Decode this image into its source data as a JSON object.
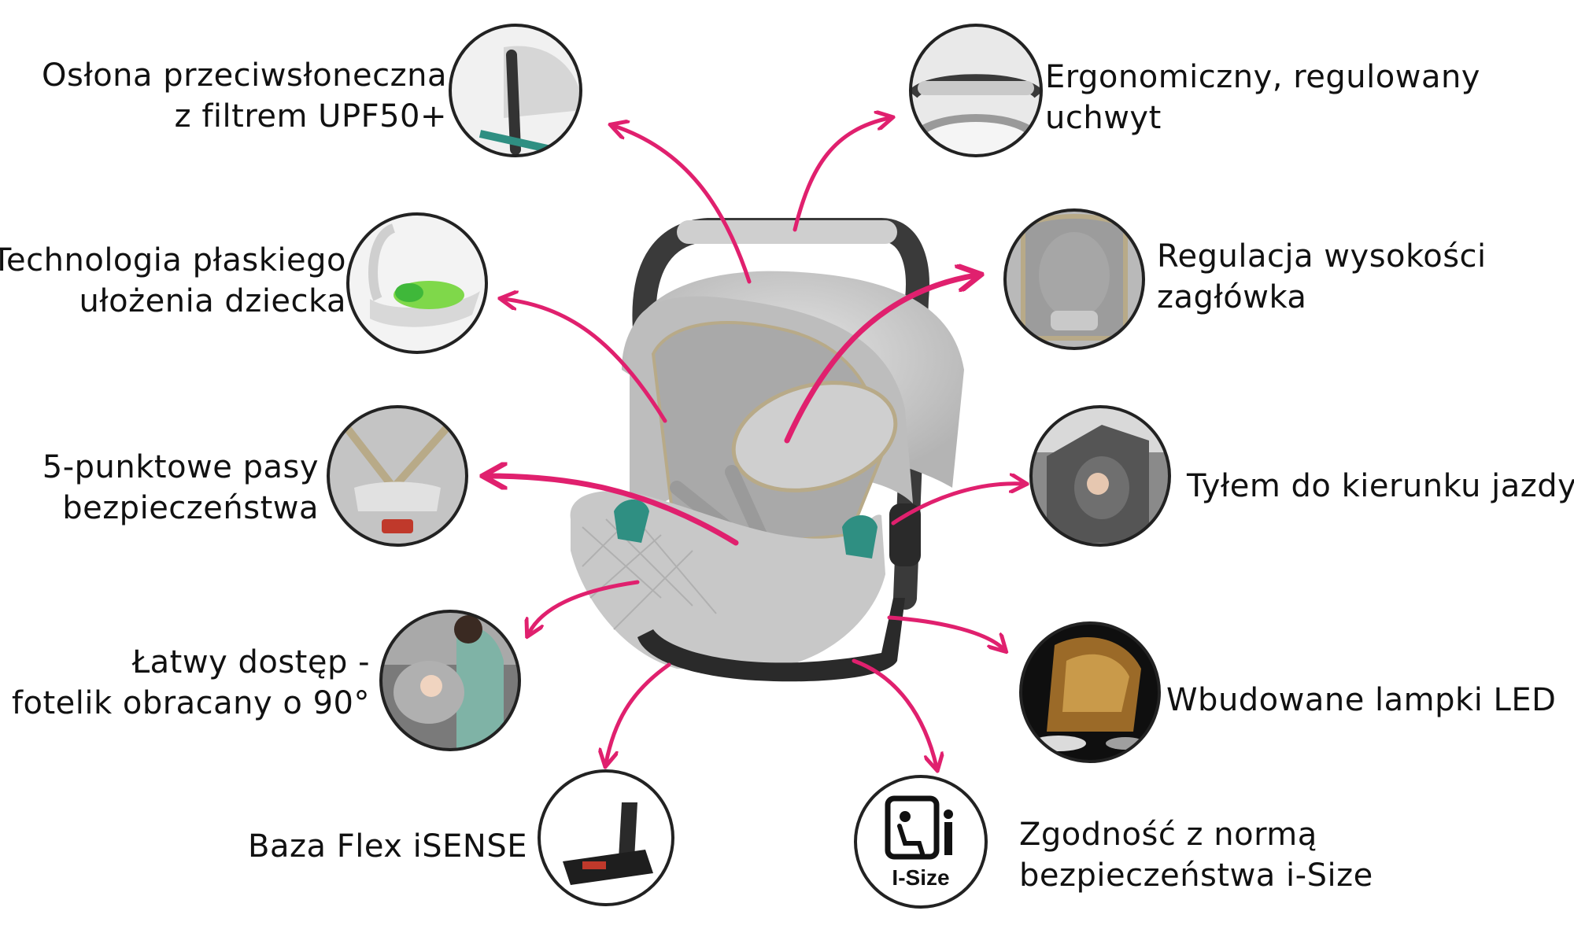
{
  "features": {
    "sun_canopy": {
      "line1": "Osłona przeciwsłoneczna",
      "line2": "z filtrem UPF50+"
    },
    "handle": {
      "line1": "Ergonomiczny, regulowany",
      "line2": "uchwyt"
    },
    "lie_flat": {
      "line1": "Technologia płaskiego",
      "line2": "ułożenia dziecka"
    },
    "headrest": {
      "line1": "Regulacja wysokości",
      "line2": "zagłówka"
    },
    "harness": {
      "line1": "5-punktowe pasy",
      "line2": "bezpieczeństwa"
    },
    "rearward": {
      "line1": "Tyłem do kierunku jazdy"
    },
    "easy_access": {
      "line1": "Łatwy dostęp -",
      "line2": "fotelik obracany o 90°"
    },
    "led": {
      "line1": "Wbudowane lampki LED"
    },
    "base": {
      "line1": "Baza Flex iSENSE"
    },
    "isize": {
      "line1": "Zgodność z normą",
      "line2": "bezpieczeństwa i-Size"
    }
  },
  "isize_badge": "I-Size",
  "colors": {
    "arrow": "#e0206e",
    "outline": "#222222",
    "fabric": "#c9c9c9",
    "frame": "#3a3a3a",
    "accent": "#2f8f82",
    "piping": "#b8aa88"
  }
}
